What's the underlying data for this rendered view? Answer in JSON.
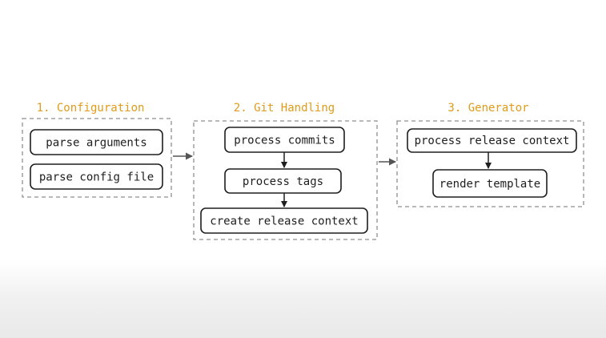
{
  "groups": [
    {
      "title": "1. Configuration",
      "nodes": [
        "parse arguments",
        "parse config file"
      ]
    },
    {
      "title": "2. Git Handling",
      "nodes": [
        "process commits",
        "process tags",
        "create release context"
      ]
    },
    {
      "title": "3. Generator",
      "nodes": [
        "process release context",
        "render template"
      ]
    }
  ],
  "colors": {
    "group_title": "#e09b1a",
    "group_border": "#8f8f8f",
    "node_border": "#1e1e1e",
    "arrow": "#1e1e1e"
  }
}
